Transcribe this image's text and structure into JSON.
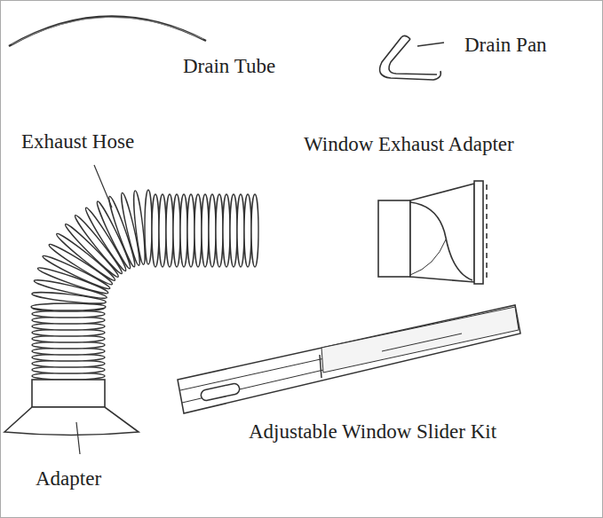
{
  "diagram": {
    "labels": [
      "Drain Tube",
      "Drain Pan",
      "Exhaust Hose",
      "Window Exhaust Adapter",
      "Adjustable Window Slider Kit",
      "Adapter"
    ]
  }
}
